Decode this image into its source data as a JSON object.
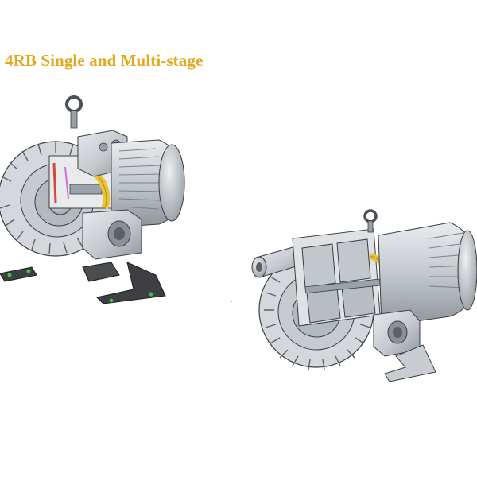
{
  "heading": {
    "text": "4RB Single and Multi-stage",
    "color": "#e3a81c"
  },
  "figures": [
    {
      "name": "single-stage-blower",
      "depiction": "cutaway-render"
    },
    {
      "name": "multi-stage-blower",
      "depiction": "cutaway-render"
    }
  ],
  "colors": {
    "metal": "#c9cdd2",
    "metal_dark": "#7c8288",
    "outline": "#3a3f45",
    "impeller_highlight": "#e9c33a",
    "accent_red": "#d8473c",
    "accent_magenta": "#d86ad8",
    "base": "#3d3f42",
    "foot_dots": "#3ec24a"
  }
}
